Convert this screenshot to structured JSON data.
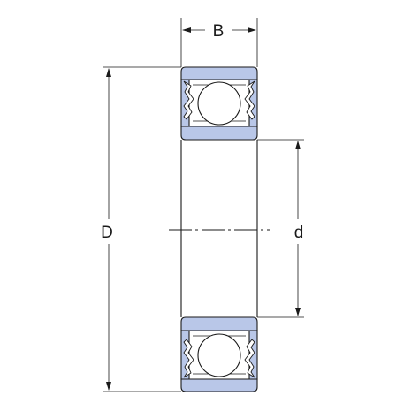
{
  "drawing": {
    "title": "",
    "dimensions": {
      "width_label": "B",
      "outer_diameter_label": "D",
      "bore_diameter_label": "d"
    },
    "colors": {
      "ring_fill": "#b9c7e8",
      "line": "#1a1a1a",
      "ball_fill": "#ffffff"
    }
  }
}
